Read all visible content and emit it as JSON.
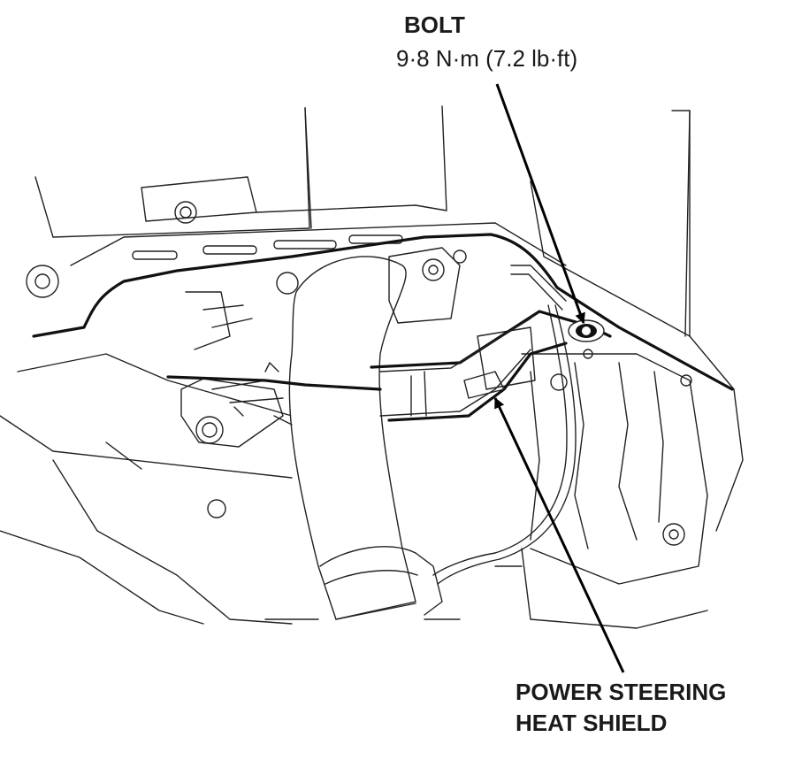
{
  "labels": {
    "bolt_title": "BOLT",
    "bolt_torque": "9·8 N·m (7.2 lb·ft)",
    "heat_shield_line1": "POWER STEERING",
    "heat_shield_line2": "HEAT SHIELD"
  },
  "colors": {
    "line": "#222222",
    "background": "#ffffff"
  }
}
